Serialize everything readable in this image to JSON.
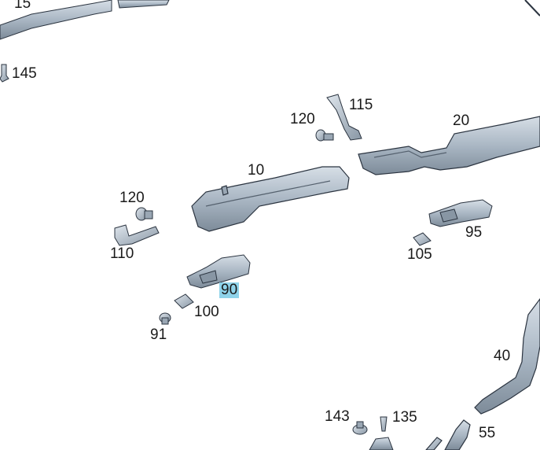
{
  "diagram": {
    "highlight_color": "#8fd3ea",
    "part_fill": "#a9b6c4",
    "part_stroke": "#2b3440",
    "callouts": [
      "15",
      "145",
      "115",
      "120",
      "20",
      "10",
      "120",
      "110",
      "95",
      "105",
      "90",
      "100",
      "91",
      "40",
      "143",
      "135",
      "55"
    ],
    "highlighted": "90"
  }
}
